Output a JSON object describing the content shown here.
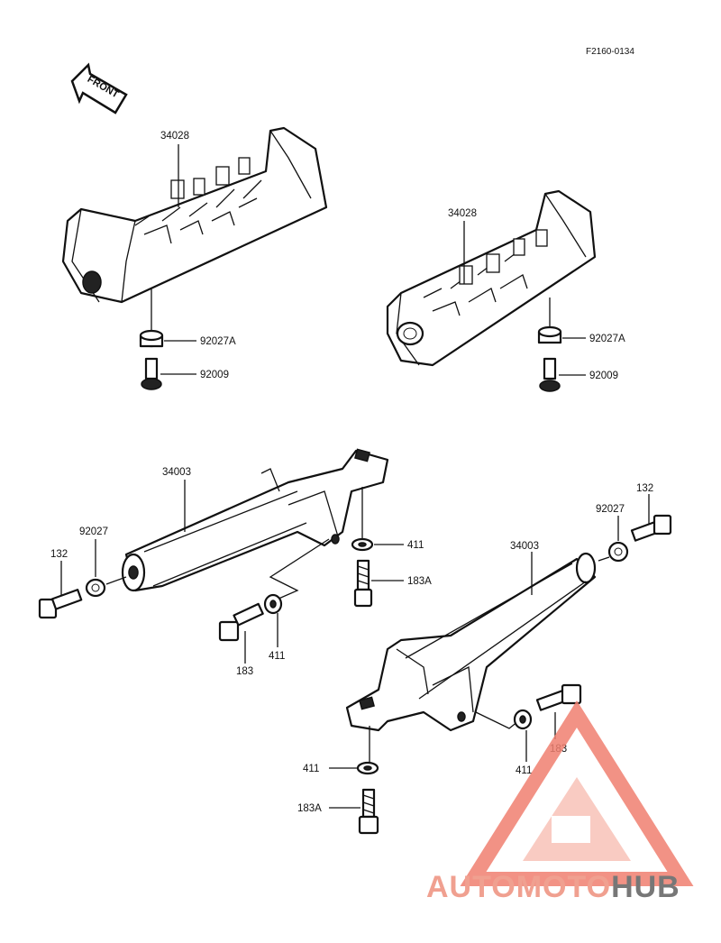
{
  "diagram_code": "F2160-0134",
  "front_arrow_label": "FRONT",
  "parts": {
    "footpeg_left": "34028",
    "footpeg_right": "34028",
    "collar_left": "92027A",
    "collar_right": "92027A",
    "pin_left": "92009",
    "pin_right": "92009",
    "bracket_upper": "34003",
    "bracket_lower": "34003",
    "bolt_upper_left": "132",
    "washer_upper_left": "92027",
    "washer_upper_411a": "411",
    "bolt_upper_183a": "183A",
    "bolt_upper_183": "183",
    "washer_upper_411b": "411",
    "bolt_lower_right": "132",
    "washer_lower_right": "92027",
    "washer_lower_411a": "411",
    "bolt_lower_183a": "183A",
    "bolt_lower_183": "183",
    "washer_lower_411b": "411"
  },
  "watermark": {
    "part1": "AUTOMOTO",
    "part2": "HUB",
    "color1": "#f0a090",
    "color2": "#777777"
  }
}
